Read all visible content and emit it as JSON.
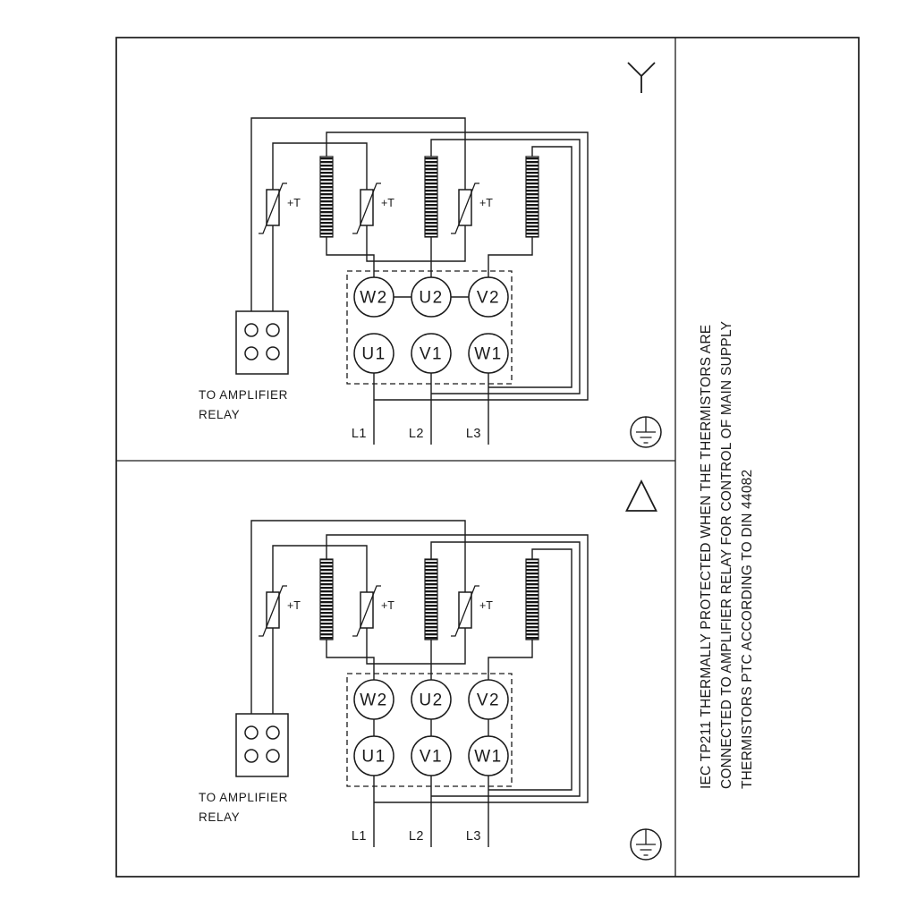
{
  "colors": {
    "ink": "#1b1b1b",
    "background": "#ffffff"
  },
  "side_note": {
    "line1": "IEC TP211 THERMALLY PROTECTED WHEN THE THERMISTORS ARE",
    "line2": "CONNECTED TO AMPLIFIER RELAY FOR CONTROL OF MAIN SUPPLY",
    "line3": "THERMISTORS PTC ACCORDING TO DIN 44082"
  },
  "panels": [
    {
      "id": "star-connection",
      "symbol": "star-icon",
      "thermistor_label": "+T",
      "relay_note": {
        "line1": "TO AMPLIFIER",
        "line2": "RELAY"
      },
      "terminals": {
        "top_row": [
          "W2",
          "U2",
          "V2"
        ],
        "bottom_row": [
          "U1",
          "V1",
          "W1"
        ]
      },
      "phase_labels": [
        "L1",
        "L2",
        "L3"
      ]
    },
    {
      "id": "delta-connection",
      "symbol": "delta-icon",
      "thermistor_label": "+T",
      "relay_note": {
        "line1": "TO AMPLIFIER",
        "line2": "RELAY"
      },
      "terminals": {
        "top_row": [
          "W2",
          "U2",
          "V2"
        ],
        "bottom_row": [
          "U1",
          "V1",
          "W1"
        ]
      },
      "phase_labels": [
        "L1",
        "L2",
        "L3"
      ]
    }
  ]
}
